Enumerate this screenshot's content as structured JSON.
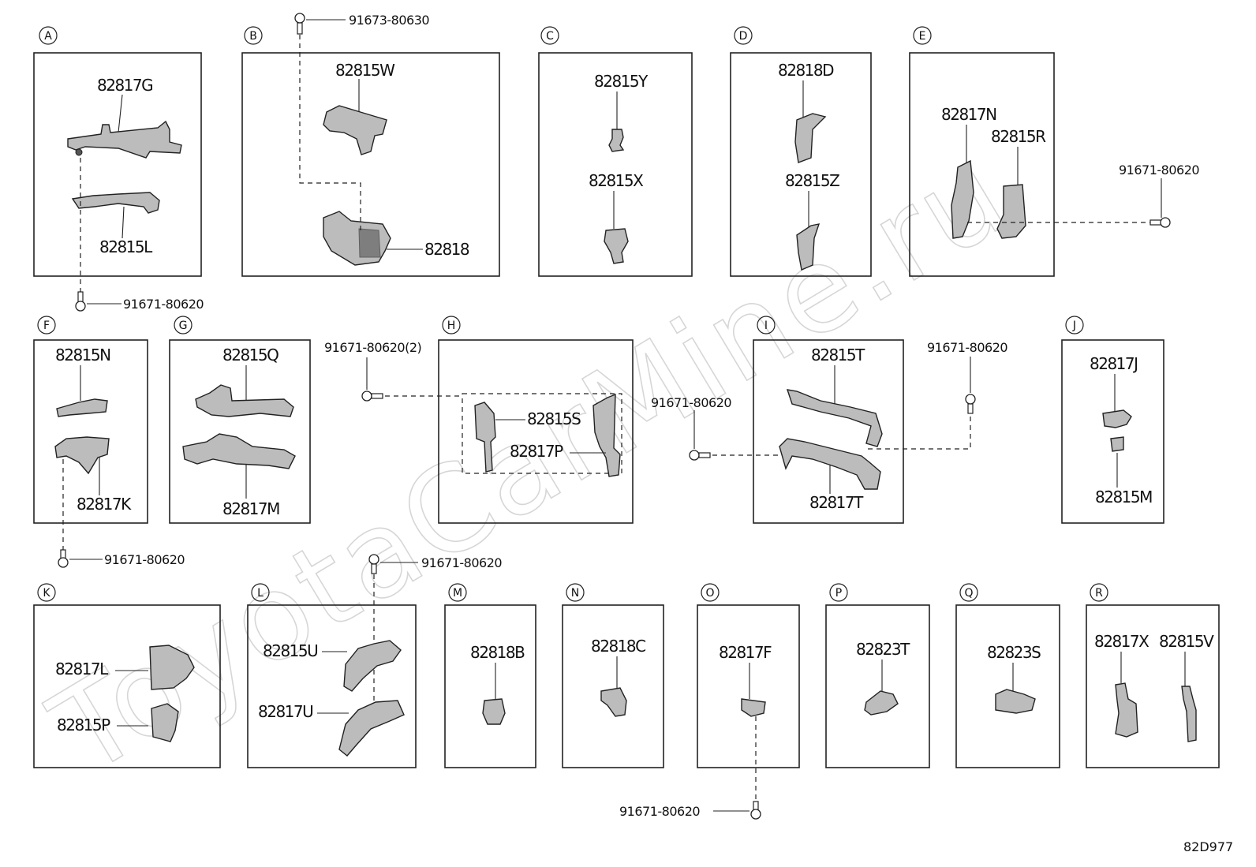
{
  "watermark": "ToyotaCarMine.ru",
  "diagram_code": "82D977",
  "sections": {
    "A": {
      "letter": "A",
      "parts": [
        "82817G",
        "82815L"
      ]
    },
    "B": {
      "letter": "B",
      "parts": [
        "82815W",
        "82818"
      ]
    },
    "C": {
      "letter": "C",
      "parts": [
        "82815Y",
        "82815X"
      ]
    },
    "D": {
      "letter": "D",
      "parts": [
        "82818D",
        "82815Z"
      ]
    },
    "E": {
      "letter": "E",
      "parts": [
        "82817N",
        "82815R"
      ]
    },
    "F": {
      "letter": "F",
      "parts": [
        "82815N",
        "82817K"
      ]
    },
    "G": {
      "letter": "G",
      "parts": [
        "82815Q",
        "82817M"
      ]
    },
    "H": {
      "letter": "H",
      "parts": [
        "82815S",
        "82817P"
      ]
    },
    "I": {
      "letter": "I",
      "parts": [
        "82815T",
        "82817T"
      ]
    },
    "J": {
      "letter": "J",
      "parts": [
        "82817J",
        "82815M"
      ]
    },
    "K": {
      "letter": "K",
      "parts": [
        "82817L",
        "82815P"
      ]
    },
    "L": {
      "letter": "L",
      "parts": [
        "82815U",
        "82817U"
      ]
    },
    "M": {
      "letter": "M",
      "parts": [
        "82818B"
      ]
    },
    "N": {
      "letter": "N",
      "parts": [
        "82818C"
      ]
    },
    "O": {
      "letter": "O",
      "parts": [
        "82817F"
      ]
    },
    "P": {
      "letter": "P",
      "parts": [
        "82823T"
      ]
    },
    "Q": {
      "letter": "Q",
      "parts": [
        "82823S"
      ]
    },
    "R": {
      "letter": "R",
      "parts": [
        "82817X",
        "82815V"
      ]
    }
  },
  "fasteners": {
    "b_top": "91673-80630",
    "e_side": "91671-80620",
    "a_bottom": "91671-80620",
    "h_left": "91671-80620(2)",
    "i_left": "91671-80620",
    "i_right": "91671-80620",
    "f_bottom": "91671-80620",
    "l_top": "91671-80620",
    "o_bottom": "91671-80620"
  }
}
